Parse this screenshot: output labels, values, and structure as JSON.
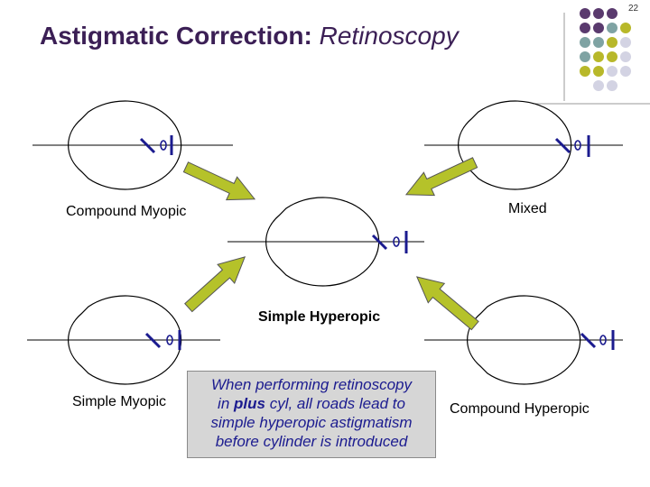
{
  "page_number": "22",
  "title": {
    "main": "Astigmatic Correction:",
    "sub": "Retinoscopy"
  },
  "labels": {
    "compound_myopic": "Compound Myopic",
    "mixed": "Mixed",
    "simple_hyperopic": "Simple Hyperopic",
    "simple_myopic": "Simple Myopic",
    "compound_hyperopic": "Compound Hyperopic"
  },
  "note": {
    "line1": "When performing retinoscopy",
    "line2_pre": "in ",
    "line2_bold": "plus",
    "line2_post": " cyl, all roads lead to",
    "line3": "simple hyperopic astigmatism",
    "line4": "before cylinder is introduced"
  },
  "colors": {
    "title": "#3b1f55",
    "purple": "#5a3a6e",
    "teal": "#7fa3a3",
    "olive": "#b8b82a",
    "lavender": "#d3d3e3",
    "arrow_fill": "#b5c22a",
    "focal_mark": "#1b1b8f",
    "note_text": "#1b1b8f"
  },
  "icons": [
    "decorative-dot-grid",
    "eye-diagram",
    "focal-line-marker",
    "diagonal-arrow"
  ]
}
